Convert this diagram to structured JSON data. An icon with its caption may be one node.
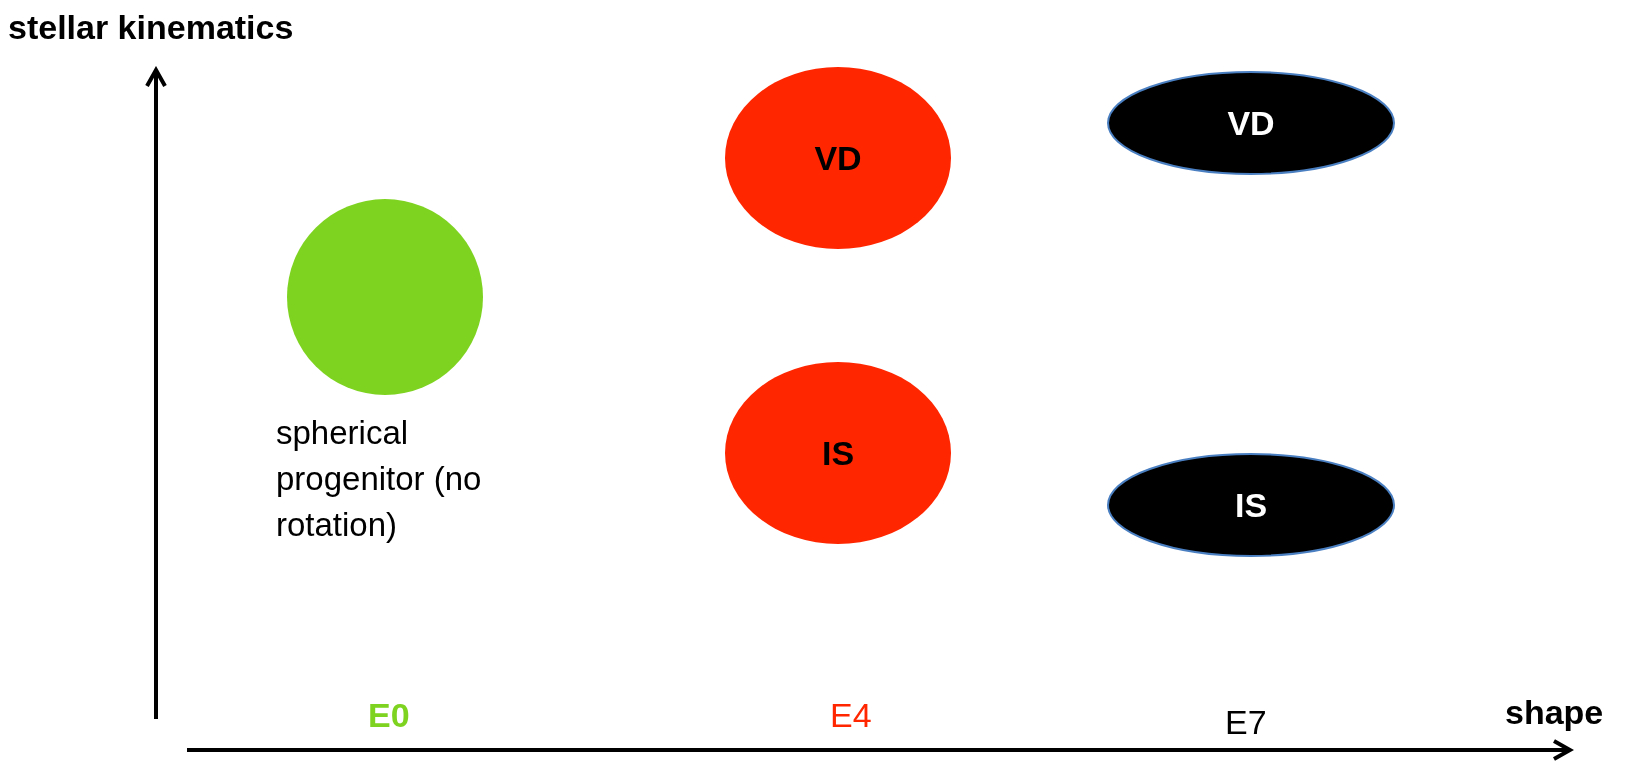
{
  "diagram": {
    "nodes": [
      {
        "text": [],
        "shape": "circle",
        "beside": [
          "spherical progenitor (no rotation)"
        ]
      },
      {
        "text": [
          "VD"
        ]
      },
      {
        "text": [
          "IS"
        ]
      },
      {
        "text": [
          "VD"
        ]
      },
      {
        "text": [
          "IS"
        ]
      }
    ],
    "labels": [
      "stellar kinematics",
      "shape",
      "E0",
      "E4",
      "E7"
    ]
  }
}
